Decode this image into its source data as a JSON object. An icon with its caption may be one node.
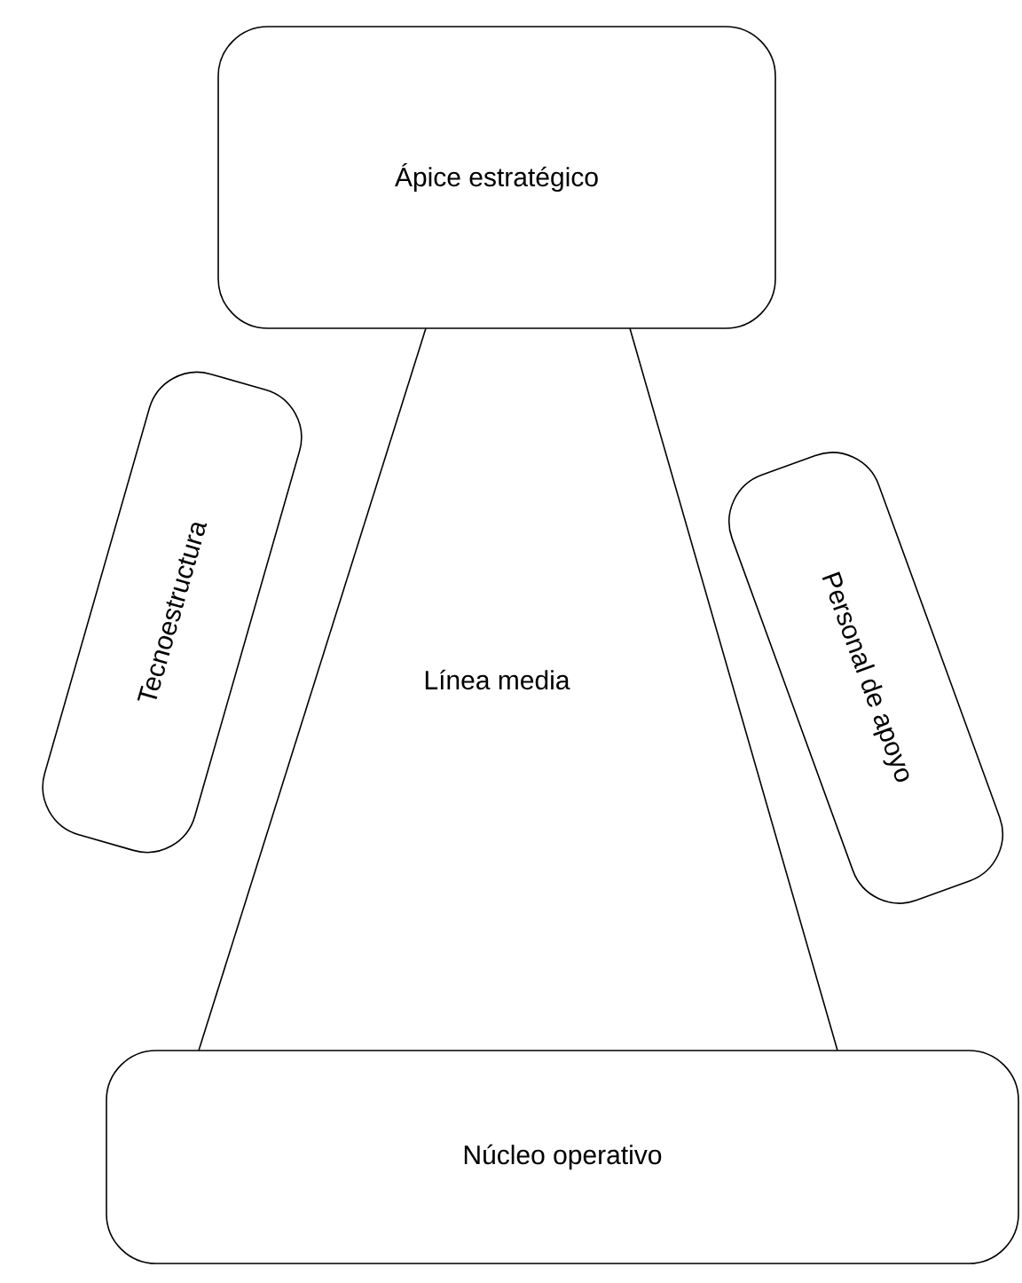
{
  "diagram": {
    "nodes": [
      {
        "text": [
          "Ápice estratégico"
        ]
      },
      {
        "text": [
          "Tecnoestructura"
        ]
      },
      {
        "text": [
          "Línea media"
        ]
      },
      {
        "text": [
          "Personal de apoyo"
        ]
      },
      {
        "text": [
          "Núcleo operativo"
        ]
      }
    ]
  }
}
